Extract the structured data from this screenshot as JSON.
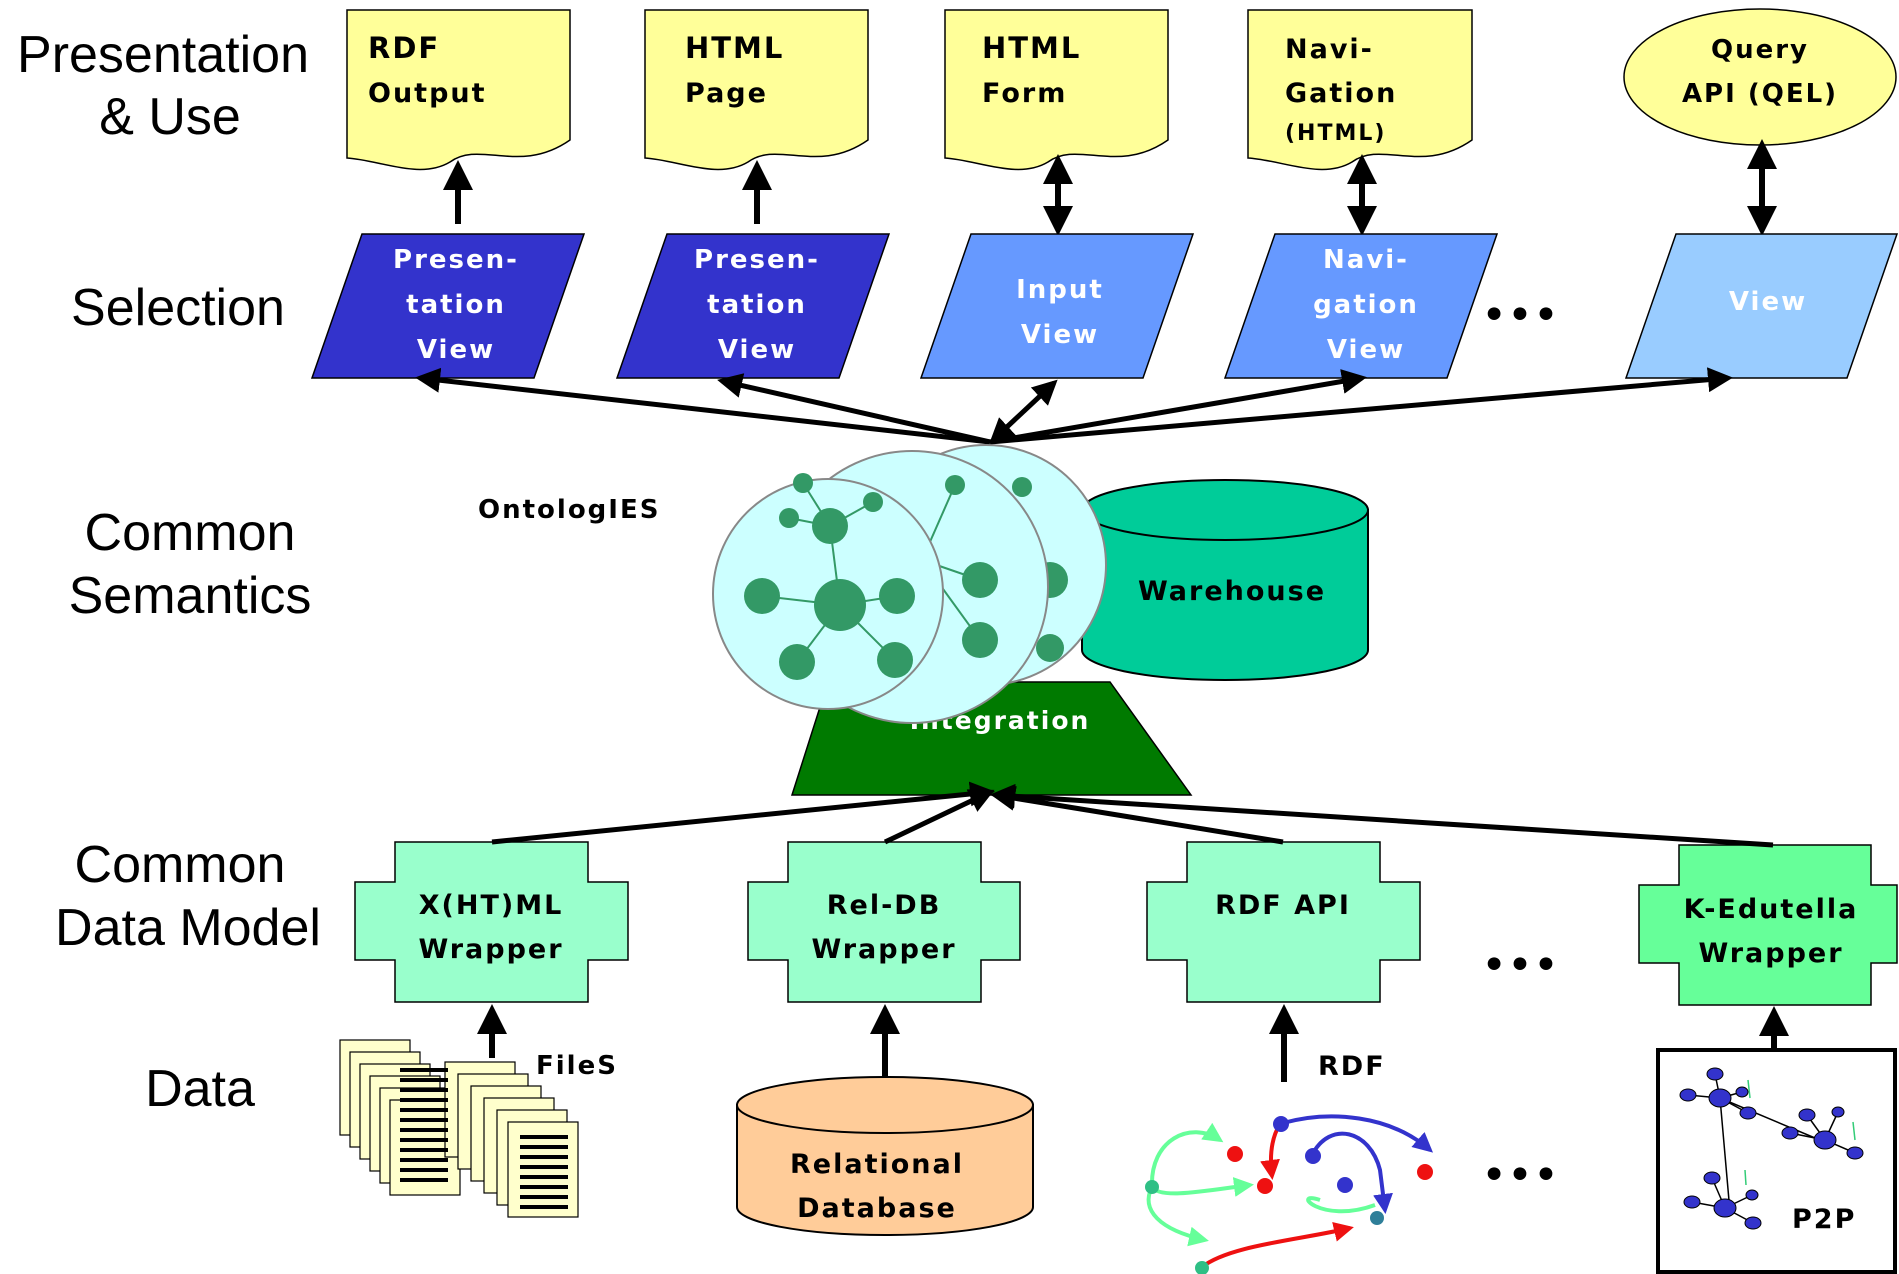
{
  "colors": {
    "note": "#ffff99",
    "view_dark": "#3333cc",
    "view_mid": "#6699ff",
    "view_light": "#99ccff",
    "onto": "#ccffff",
    "onto_node": "#339966",
    "warehouse": "#00cc99",
    "integration": "#007a00",
    "wrapper": "#99ffcc",
    "wrapper_strong": "#66ff99",
    "reldb": "#ffcc99",
    "rdf_red": "#ee1111",
    "rdf_blue": "#3333cc",
    "rdf_green": "#66ff99",
    "p2p_node": "#3333cc"
  },
  "layers": {
    "presentation": [
      "Presentation",
      "& Use"
    ],
    "selection": "Selection",
    "semantics": [
      "Common",
      "Semantics"
    ],
    "datamodel": [
      "Common",
      "Data Model"
    ],
    "data": "Data"
  },
  "outputs": [
    {
      "line1": "RDF",
      "line2": "Output",
      "line3": ""
    },
    {
      "line1": "HTML",
      "line2": "Page",
      "line3": ""
    },
    {
      "line1": "HTML",
      "line2": "Form",
      "line3": ""
    },
    {
      "line1": "Navi-",
      "line2": "Gation",
      "line3": "(HTML)"
    }
  ],
  "query_api": [
    "Query",
    "API (QEL)"
  ],
  "views": [
    {
      "line1": "Presen-",
      "line2": "tation",
      "line3": "View"
    },
    {
      "line1": "Presen-",
      "line2": "tation",
      "line3": "View"
    },
    {
      "line1": "Input",
      "line2": "View",
      "line3": ""
    },
    {
      "line1": "Navi-",
      "line2": "gation",
      "line3": "View"
    },
    {
      "line1": "View",
      "line2": "",
      "line3": ""
    }
  ],
  "ellipsis": "•••",
  "ontologies_label": "OntologIES",
  "warehouse_label": "Warehouse",
  "integration_label": "Integration",
  "wrappers": [
    {
      "line1": "X(HT)ML",
      "line2": "Wrapper"
    },
    {
      "line1": "Rel-DB",
      "line2": "Wrapper"
    },
    {
      "line1": "RDF API",
      "line2": ""
    },
    {
      "line1": "K-Edutella",
      "line2": "Wrapper"
    }
  ],
  "data_labels": {
    "files": "FileS",
    "reldb": [
      "Relational",
      "Database"
    ],
    "rdf": "RDF",
    "p2p": "P2P"
  }
}
